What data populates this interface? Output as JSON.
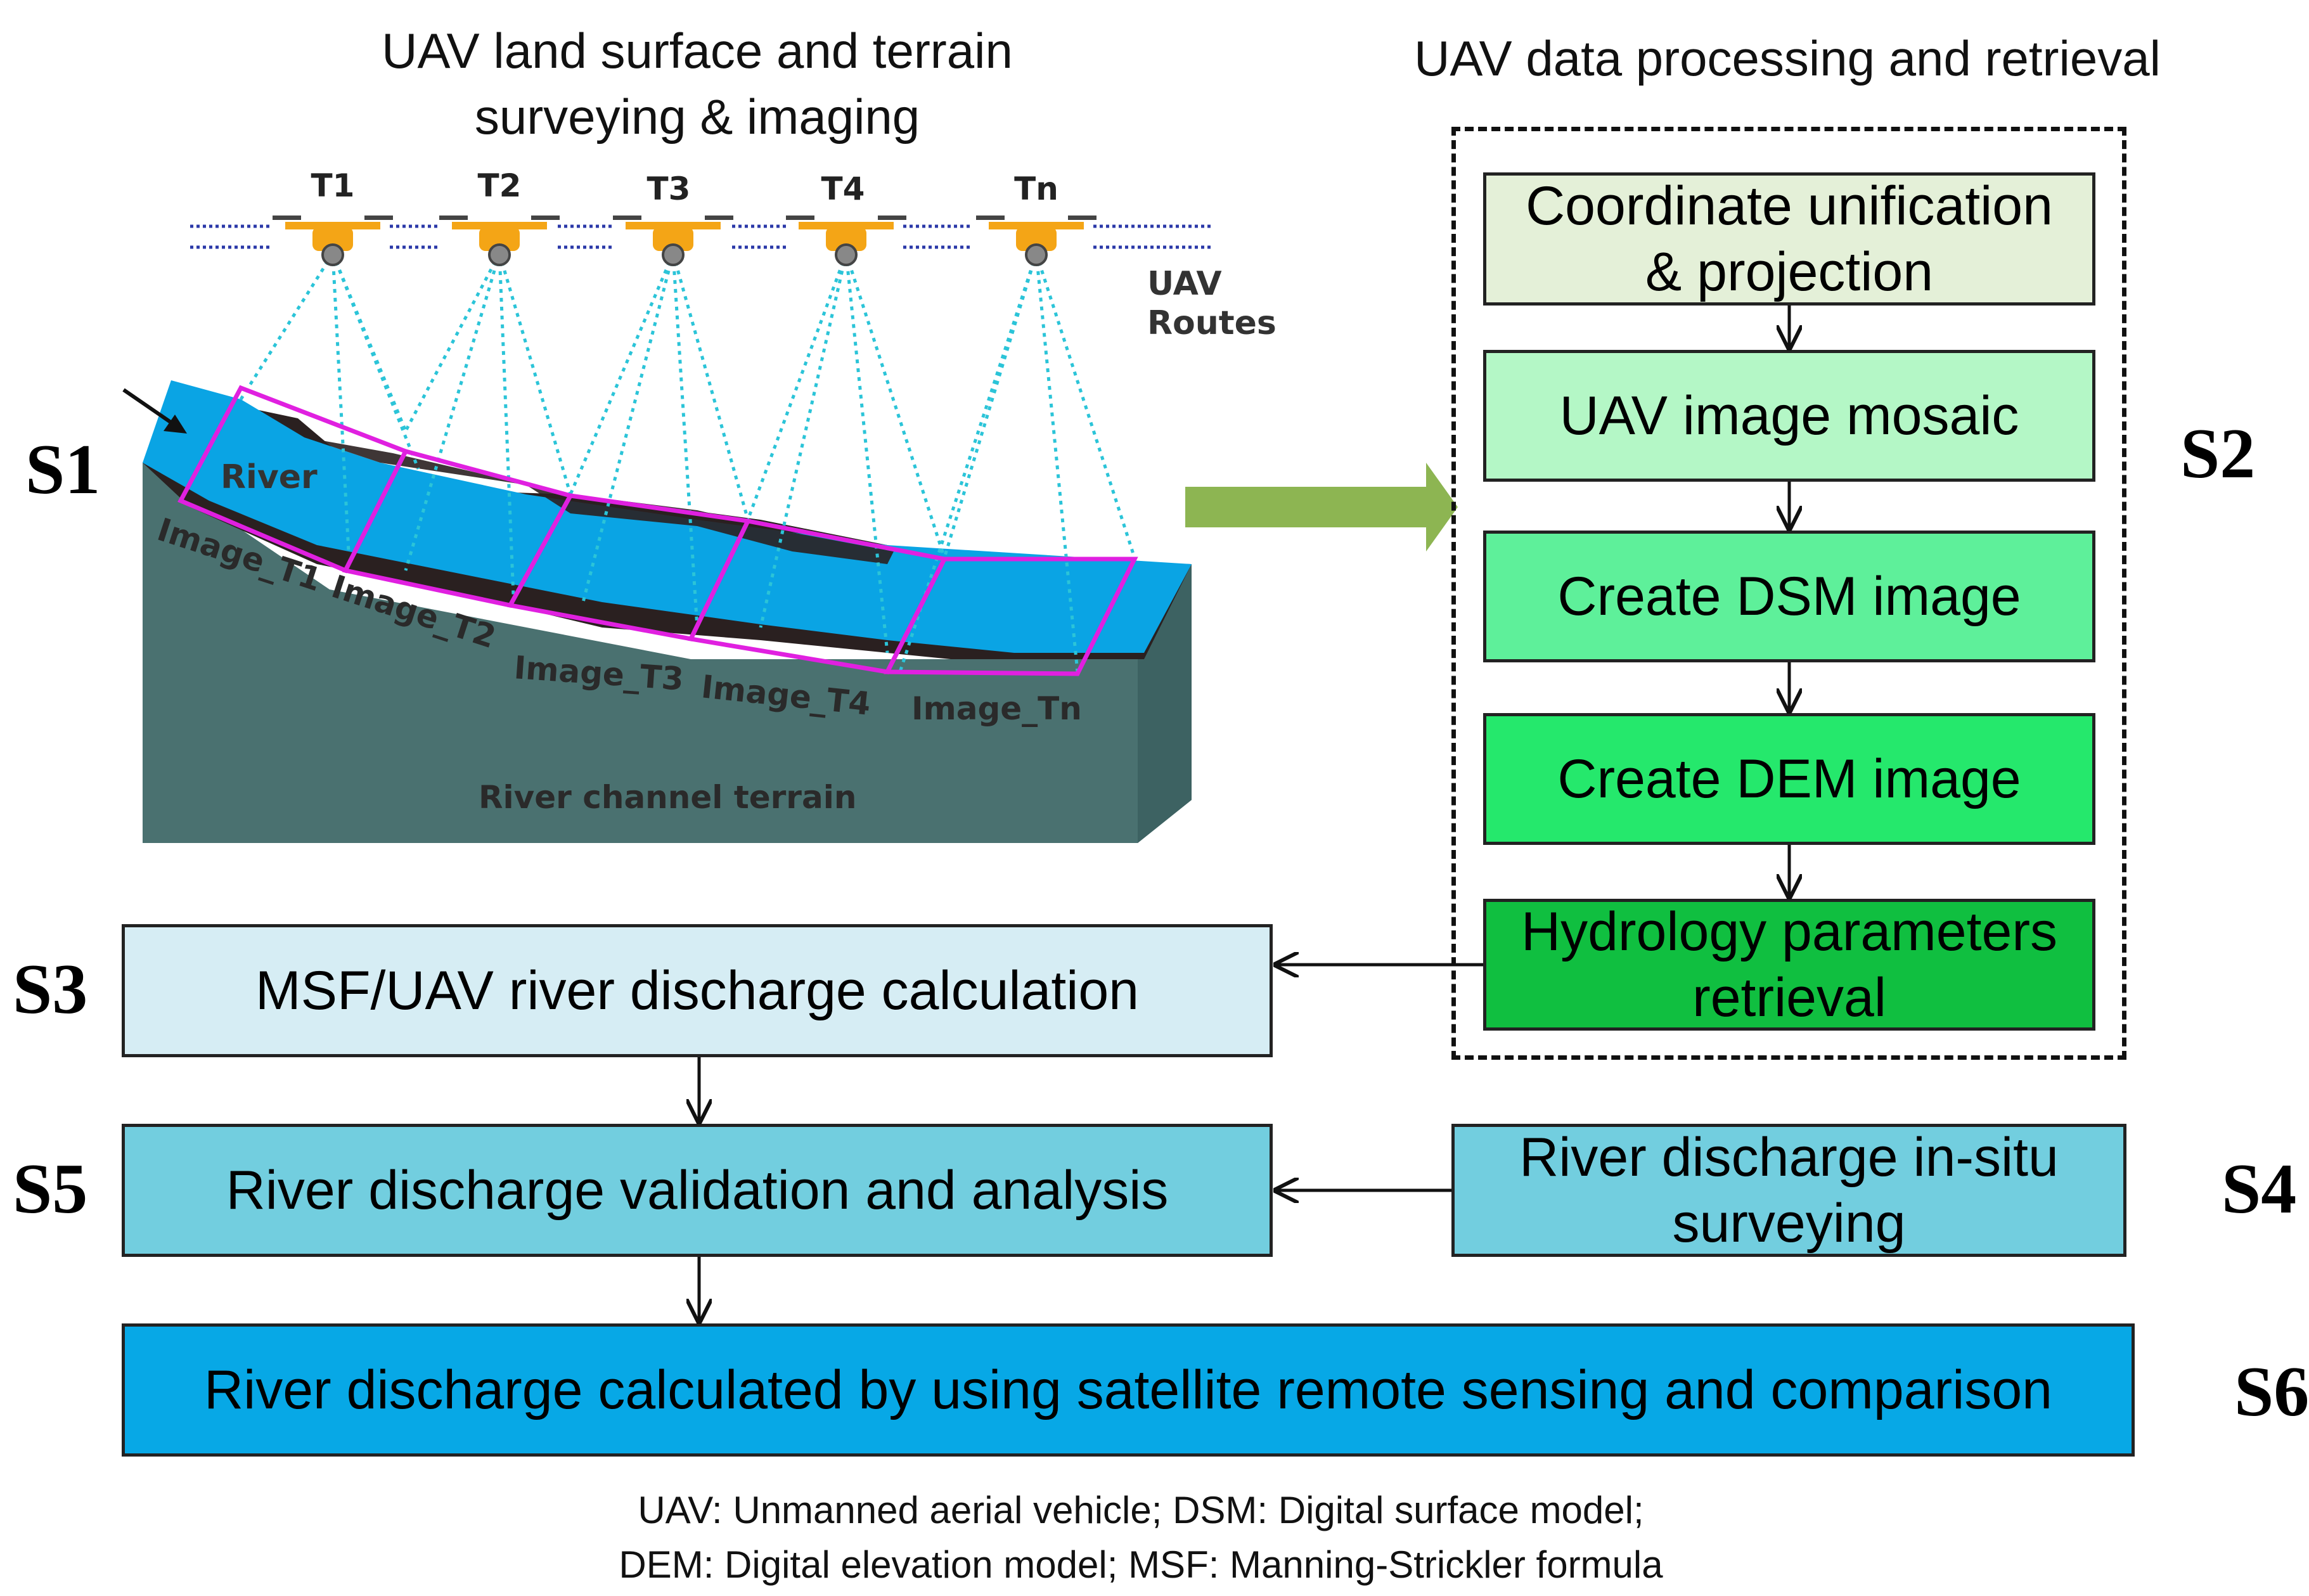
{
  "titles": {
    "left_line1": "UAV land surface and terrain",
    "left_line2": "surveying & imaging",
    "right": "UAV data processing and retrieval"
  },
  "illustration": {
    "drones": [
      "T1",
      "T2",
      "T3",
      "T4",
      "Tn"
    ],
    "routes_line1": "UAV",
    "routes_line2": "Routes",
    "river": "River",
    "terrain": "River channel terrain",
    "images": [
      "Image_T1",
      "Image_T2",
      "Image_T3",
      "Image_T4",
      "Image_Tn"
    ]
  },
  "steps": {
    "s1": "S1",
    "s2": "S2",
    "s3": "S3",
    "s4": "S4",
    "s5": "S5",
    "s6": "S6"
  },
  "process": {
    "p1_line1": "Coordinate unification",
    "p1_line2": "& projection",
    "p2": "UAV image mosaic",
    "p3": "Create DSM image",
    "p4": "Create DEM image",
    "p5_line1": "Hydrology parameters",
    "p5_line2": "retrieval"
  },
  "boxes": {
    "s3": "MSF/UAV  river discharge calculation",
    "s5": "River discharge validation and analysis",
    "s4_line1": "River discharge in-situ",
    "s4_line2": "surveying",
    "s6": "River discharge calculated by using satellite remote sensing and comparison"
  },
  "footnote": {
    "line1": "UAV: Unmanned aerial vehicle; DSM: Digital surface model;",
    "line2": "DEM: Digital elevation model; MSF: Manning-Strickler formula"
  },
  "colors": {
    "p1": "#e4f0d8",
    "p2": "#b4f7c6",
    "p3": "#5ef09a",
    "p4": "#25e86c",
    "p5": "#10bf40",
    "s3": "#d6edf4",
    "s5": "#72cedf",
    "s4": "#72cedf",
    "s6": "#07a8e6",
    "river": "#0aa4e4",
    "terrain": "#4a7170",
    "bank": "#2a2020",
    "footprint": "#e020e0",
    "arrow_green": "#8db552",
    "drone": "#f4a516",
    "beam": "#2bc4d8"
  },
  "icons": [
    "uav-drone-icon",
    "big-green-arrow-icon",
    "flow-arrow-icon"
  ]
}
